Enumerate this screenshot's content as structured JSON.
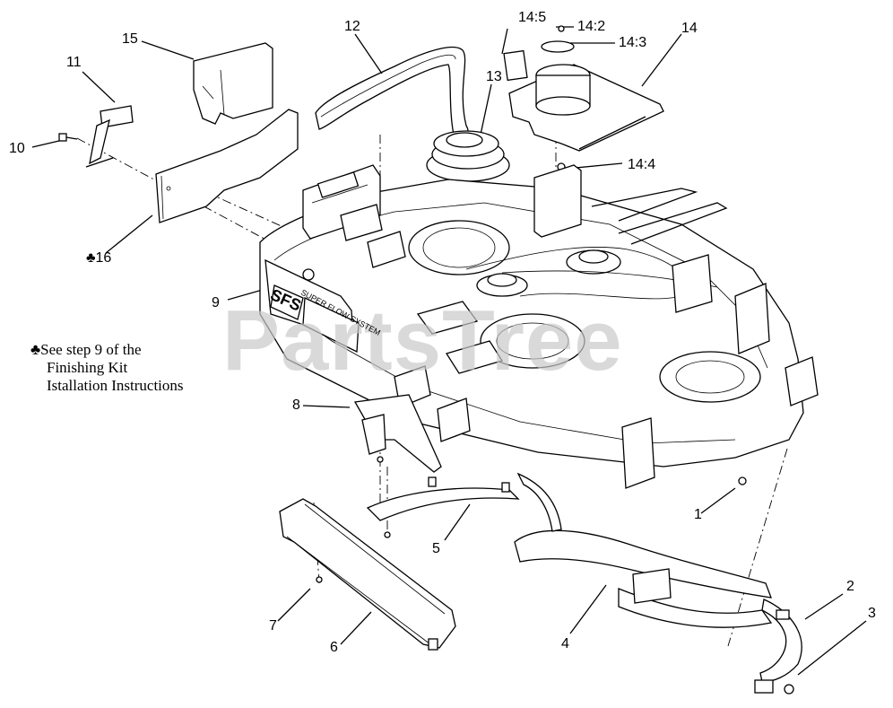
{
  "diagram": {
    "callouts": [
      {
        "id": "c1",
        "label": "1"
      },
      {
        "id": "c2",
        "label": "2"
      },
      {
        "id": "c3",
        "label": "3"
      },
      {
        "id": "c4",
        "label": "4"
      },
      {
        "id": "c5",
        "label": "5"
      },
      {
        "id": "c6",
        "label": "6"
      },
      {
        "id": "c7",
        "label": "7"
      },
      {
        "id": "c8",
        "label": "8"
      },
      {
        "id": "c9",
        "label": "9"
      },
      {
        "id": "c10",
        "label": "10"
      },
      {
        "id": "c11",
        "label": "11"
      },
      {
        "id": "c12",
        "label": "12"
      },
      {
        "id": "c13",
        "label": "13"
      },
      {
        "id": "c14",
        "label": "14"
      },
      {
        "id": "c14_2",
        "label": "14:2"
      },
      {
        "id": "c14_3",
        "label": "14:3"
      },
      {
        "id": "c14_4",
        "label": "14:4"
      },
      {
        "id": "c14_5",
        "label": "14:5"
      },
      {
        "id": "c15",
        "label": "15"
      },
      {
        "id": "c16",
        "label": "♣16"
      }
    ],
    "note": {
      "line1": "♣See step 9 of the",
      "line2": "Finishing Kit",
      "line3": "Istallation Instructions"
    },
    "deck_label_top": "SUPER FLOW SYSTEM",
    "deck_logo": "SFS",
    "watermark": "PartsTree"
  }
}
